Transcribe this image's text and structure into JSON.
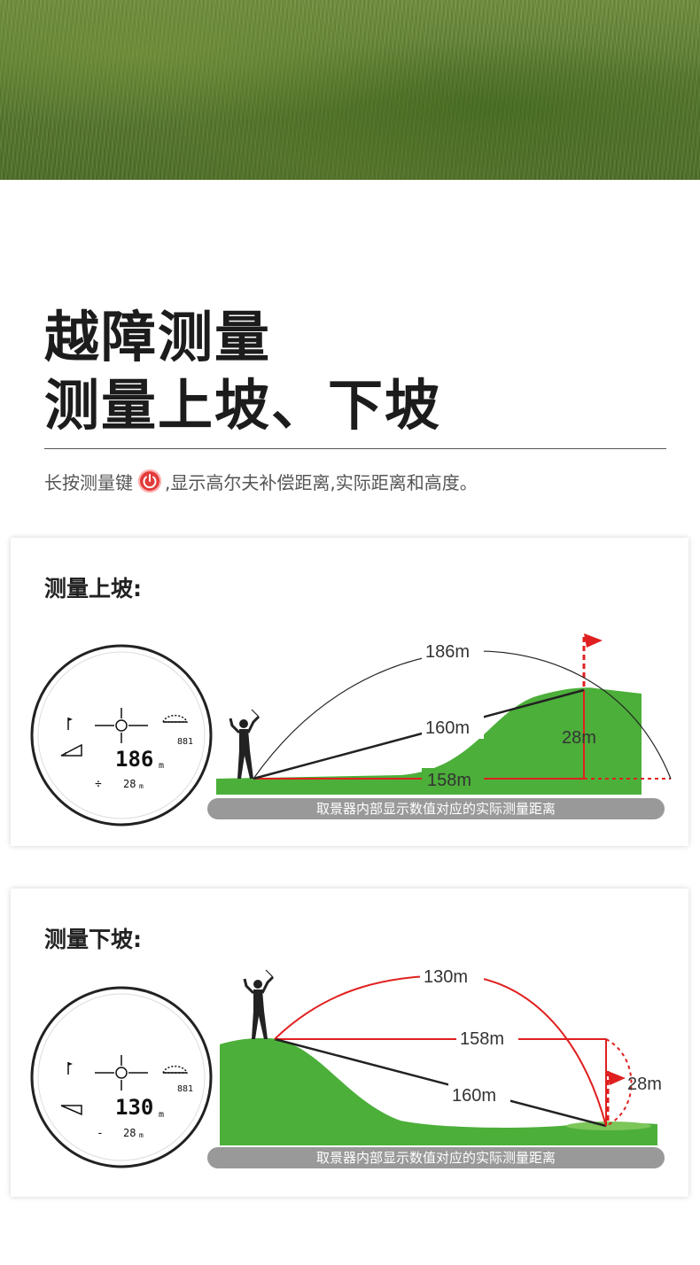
{
  "header": {
    "title_line1": "越障测量",
    "title_line2": "测量上坡、下坡",
    "subtitle_pre": "长按测量键",
    "subtitle_post": ",显示高尔夫补偿距离,实际距离和高度。"
  },
  "colors": {
    "grass": "#4caf3a",
    "red": "#e02020",
    "caption_bar": "#999999",
    "text": "#222222"
  },
  "uphill": {
    "title": "测量上坡:",
    "arc_distance": "186m",
    "line_distance": "160m",
    "horizontal_distance": "158m",
    "height": "28m",
    "caption": "取景器内部显示数值对应的实际测量距离",
    "lcd_main": "186",
    "lcd_unit": "m",
    "lcd_sign": "÷",
    "lcd_height": "28",
    "lcd_height_unit": "m",
    "lcd_battery": "881"
  },
  "downhill": {
    "title": "测量下坡:",
    "arc_distance": "130m",
    "horizontal_distance": "158m",
    "line_distance": "160m",
    "height": "28m",
    "caption": "取景器内部显示数值对应的实际测量距离",
    "lcd_main": "130",
    "lcd_unit": "m",
    "lcd_sign": "-",
    "lcd_height": "28",
    "lcd_height_unit": "m",
    "lcd_battery": "881"
  },
  "icons": [
    "power-icon",
    "flag-icon",
    "crosshair-icon",
    "slope-icon",
    "golfer-icon"
  ]
}
